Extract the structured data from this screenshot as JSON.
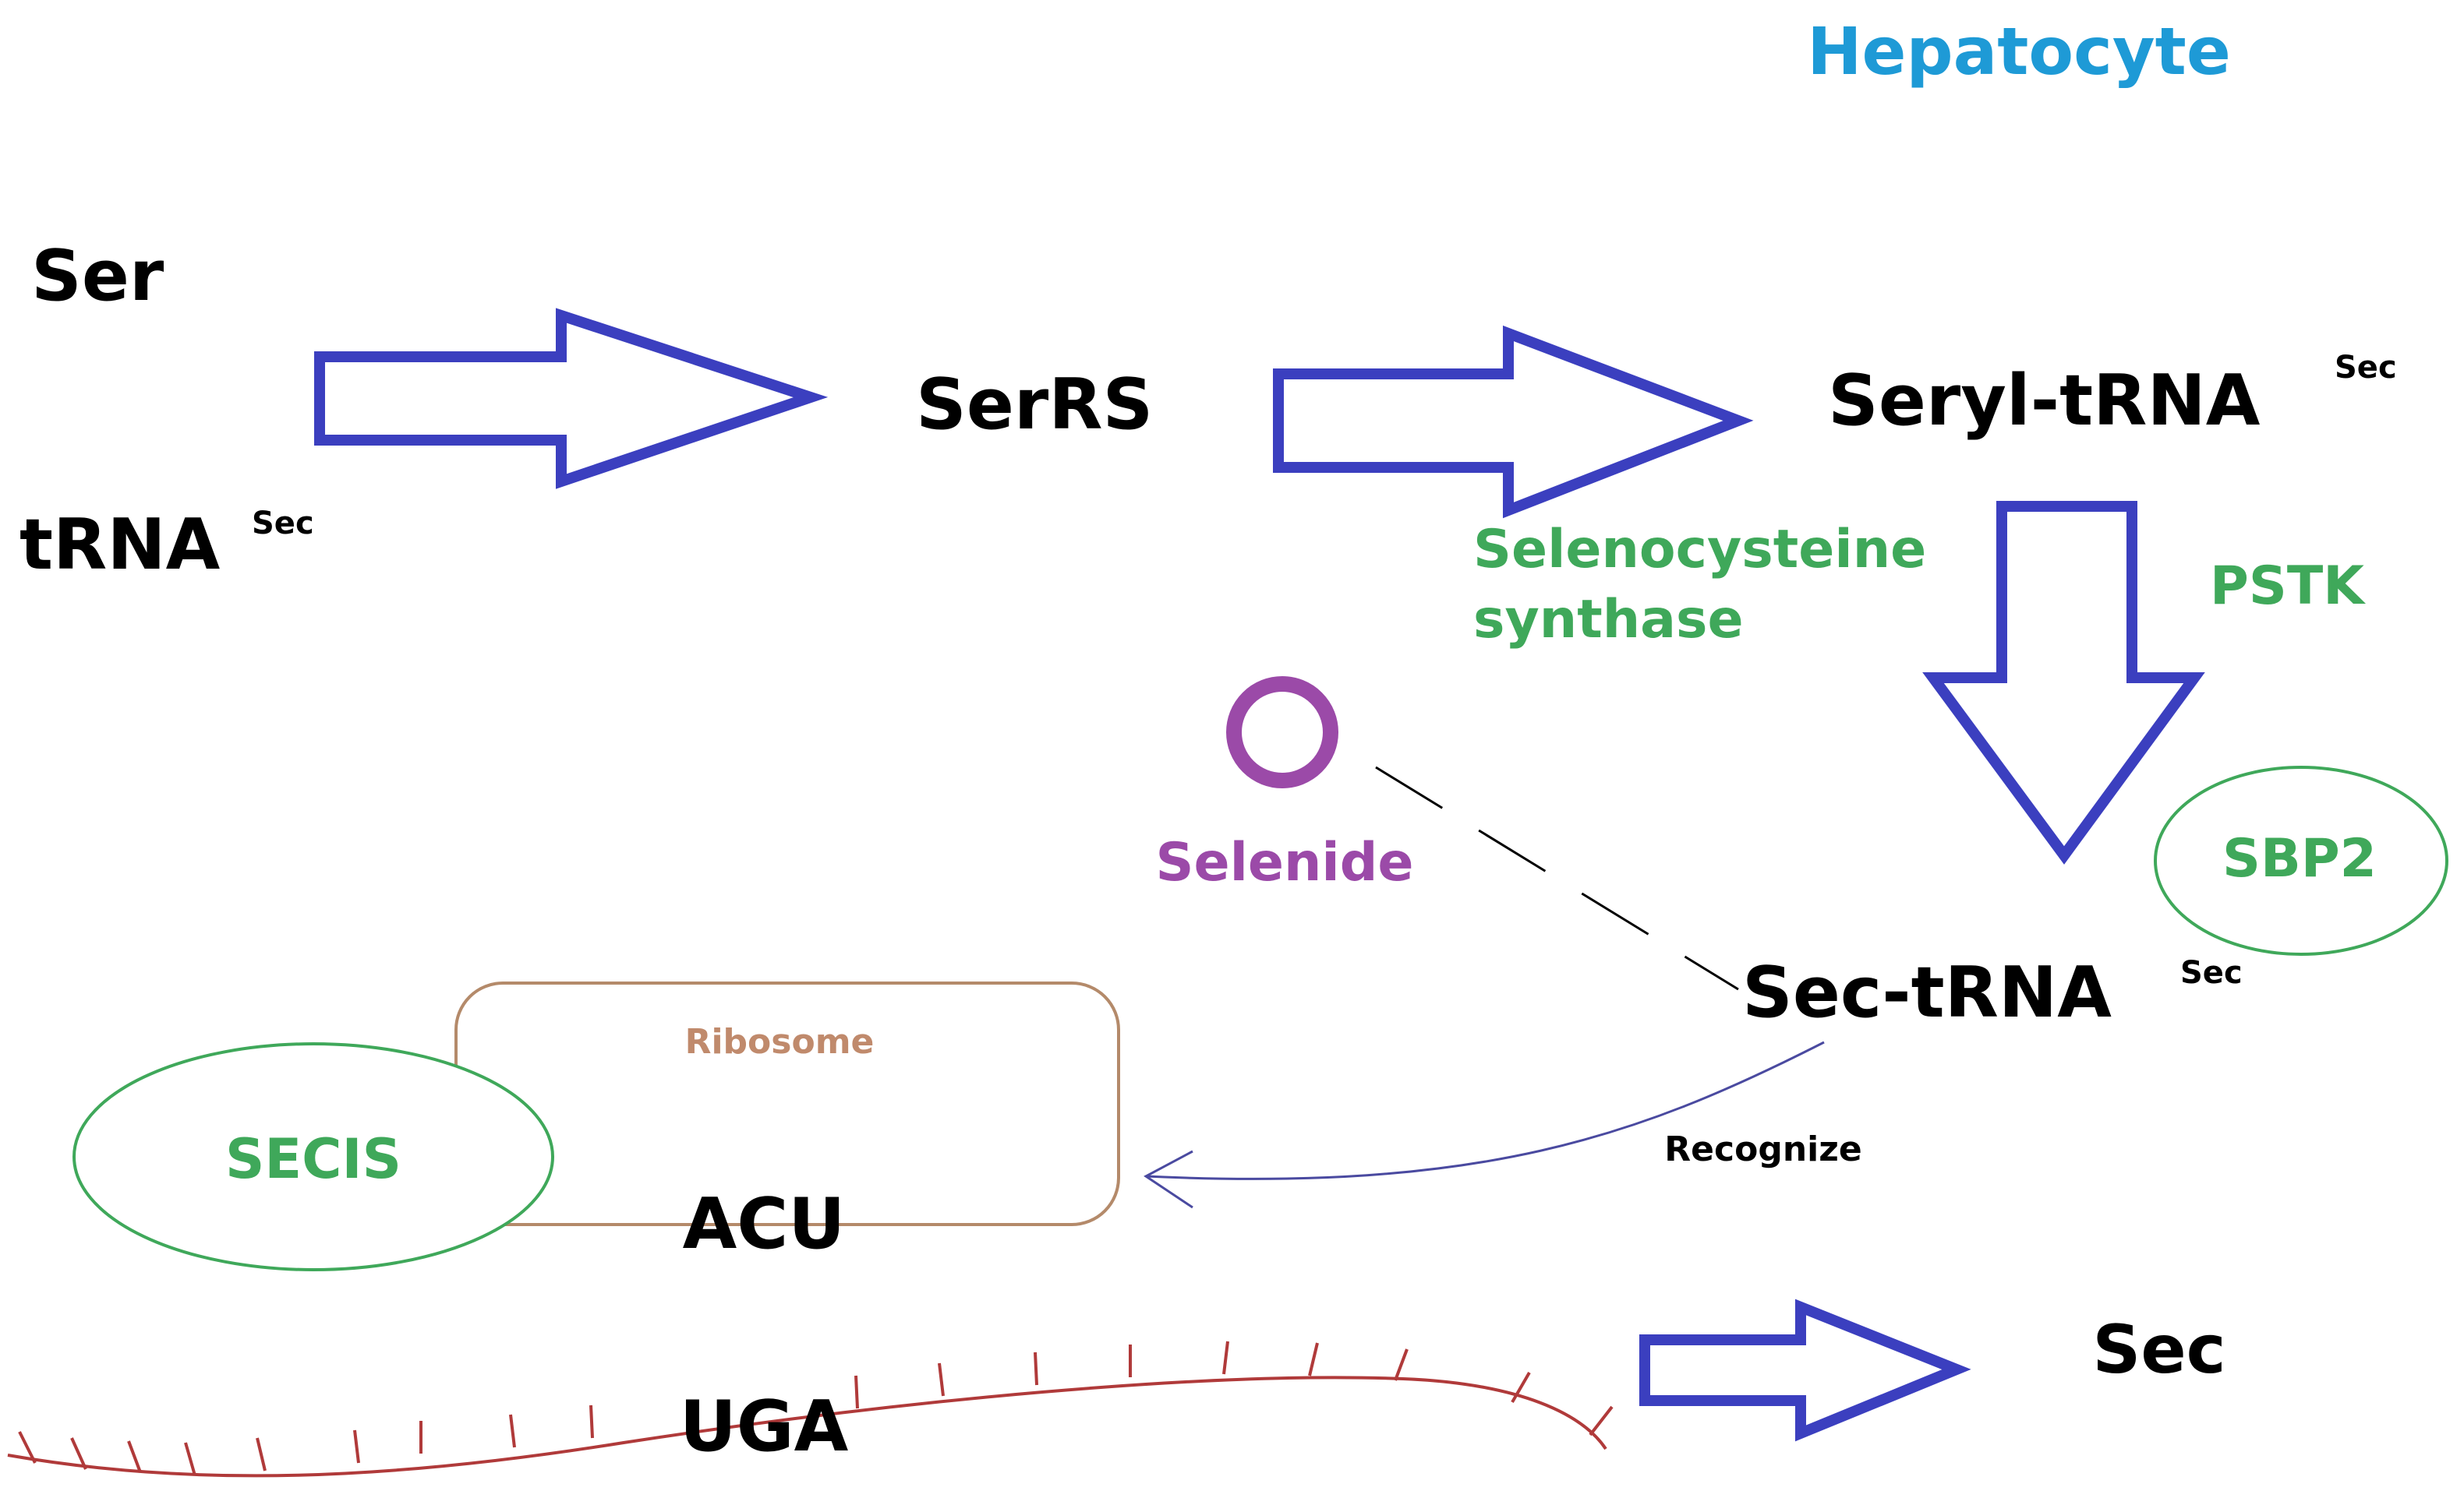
{
  "title": "Hepatocyte",
  "molecules": {
    "ser": "Ser",
    "trna": "tRNA",
    "trna_sup": "Sec",
    "serrs": "SerRS",
    "seryl_trna": "Seryl-tRNA",
    "seryl_trna_sup": "Sec",
    "sec_trna": "Sec-tRNA",
    "sec_trna_sup": "Sec",
    "sec": "Sec",
    "selenide": "Selenide"
  },
  "enzymes": {
    "selenocysteine_line1": "Selenocysteine",
    "selenocysteine_line2": "synthase",
    "pstk": "PSTK",
    "sbp2": "SBP2"
  },
  "translation": {
    "ribosome": "Ribosome",
    "secis": "SECIS",
    "anticodon": "ACU",
    "codon": "UGA",
    "recognize": "Recognize"
  },
  "colors": {
    "arrow": "#3b3fbf",
    "green": "#3fa85a",
    "purple": "#9b4aa8",
    "title_blue": "#1e9ad6",
    "mrna_red": "#b03a3a",
    "ribosome_brown": "#b48a6a",
    "recognize_line": "#4a4aa0"
  }
}
